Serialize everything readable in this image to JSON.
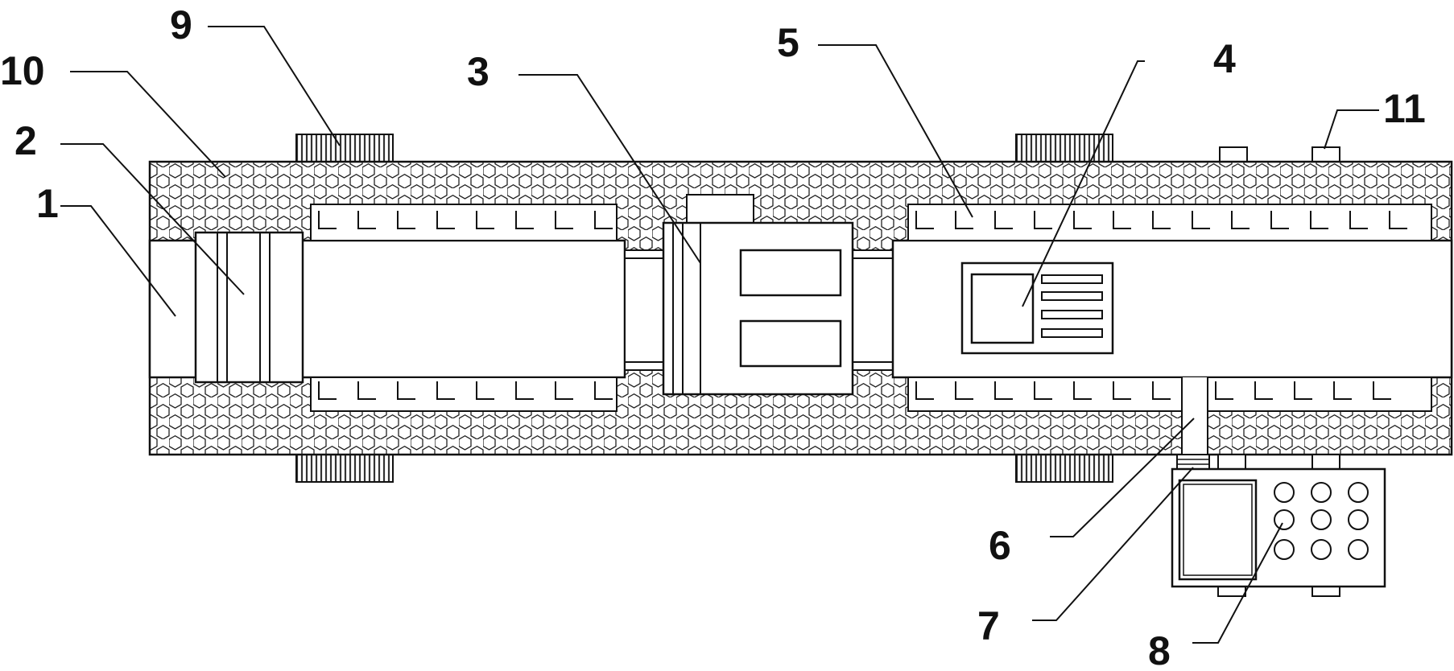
{
  "callouts": [
    "1",
    "2",
    "3",
    "4",
    "5",
    "6",
    "7",
    "8",
    "9",
    "10",
    "11"
  ],
  "colors": {
    "line": "#111111",
    "hatch": "#555555",
    "background": "#ffffff"
  }
}
